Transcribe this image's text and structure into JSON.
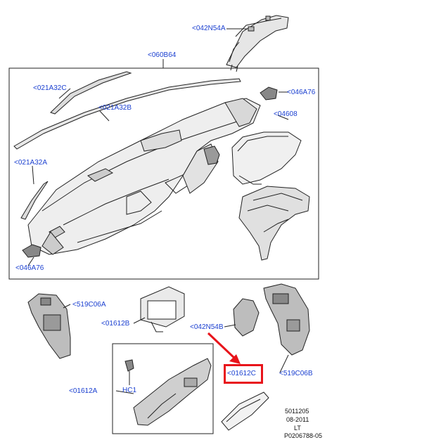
{
  "callouts": {
    "c042N54A": "<042N54A",
    "c060B64": "<060B64",
    "c021A32C": "<021A32C",
    "c021A32B": "<021A32B",
    "c021A32A": "<021A32A",
    "c046A76_top": "<046A76",
    "c04608": "<04608",
    "c046A76_bottom": "<046A76",
    "c519C06A": "<519C06A",
    "c01612B": "<01612B",
    "c042N54B": "<042N54B",
    "c519C06B": "<519C06B",
    "c01612A": "<01612A",
    "cHC1": "HC1",
    "c01612C": "<01612C"
  },
  "footer": {
    "line1": "5011205",
    "line2": "08-2011",
    "line3": "LT",
    "line4": "P0206788-05"
  },
  "colors": {
    "callout_blue": "#1a3fd0",
    "highlight_red": "#e8141b",
    "line_art": "#222222"
  }
}
